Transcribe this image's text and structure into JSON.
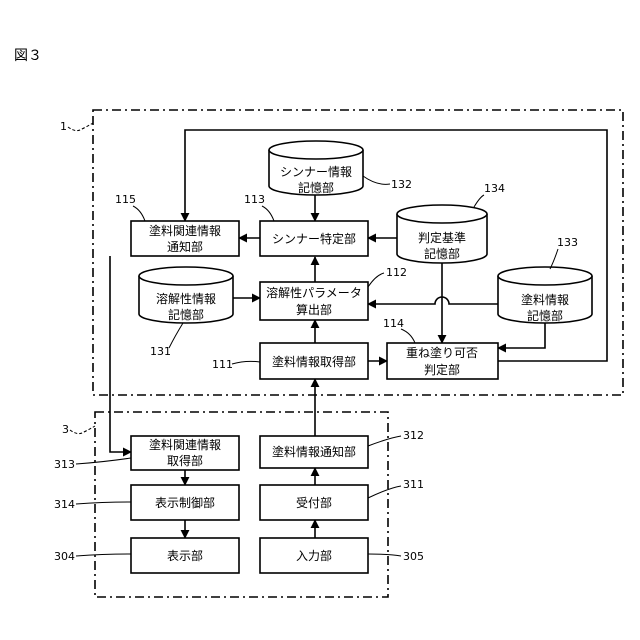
{
  "figure_label": "図３",
  "system_number": "1",
  "terminal_number": "3",
  "blocks": {
    "notify_115": {
      "line1": "塗料関連情報",
      "line2": "通知部",
      "number": "115"
    },
    "thinner_113": {
      "label": "シンナー特定部",
      "number": "113"
    },
    "calc_112": {
      "line1": "溶解性パラメータ",
      "line2": "算出部",
      "number": "112"
    },
    "acquire_111": {
      "label": "塗料情報取得部",
      "number": "111"
    },
    "judge_114": {
      "line1": "重ね塗り可否",
      "line2": "判定部",
      "number": "114"
    },
    "acquire_313": {
      "line1": "塗料関連情報",
      "line2": "取得部",
      "number": "313"
    },
    "notify_312": {
      "label": "塗料情報通知部",
      "number": "312"
    },
    "display_ctrl_314": {
      "label": "表示制御部",
      "number": "314"
    },
    "receive_311": {
      "label": "受付部",
      "number": "311"
    },
    "display_304": {
      "label": "表示部",
      "number": "304"
    },
    "input_305": {
      "label": "入力部",
      "number": "305"
    }
  },
  "storages": {
    "thinner_132": {
      "line1": "シンナー情報",
      "line2": "記憶部",
      "number": "132"
    },
    "criteria_134": {
      "line1": "判定基準",
      "line2": "記憶部",
      "number": "134"
    },
    "paint_133": {
      "line1": "塗料情報",
      "line2": "記憶部",
      "number": "133"
    },
    "solubility_131": {
      "line1": "溶解性情報",
      "line2": "記憶部",
      "number": "131"
    }
  }
}
